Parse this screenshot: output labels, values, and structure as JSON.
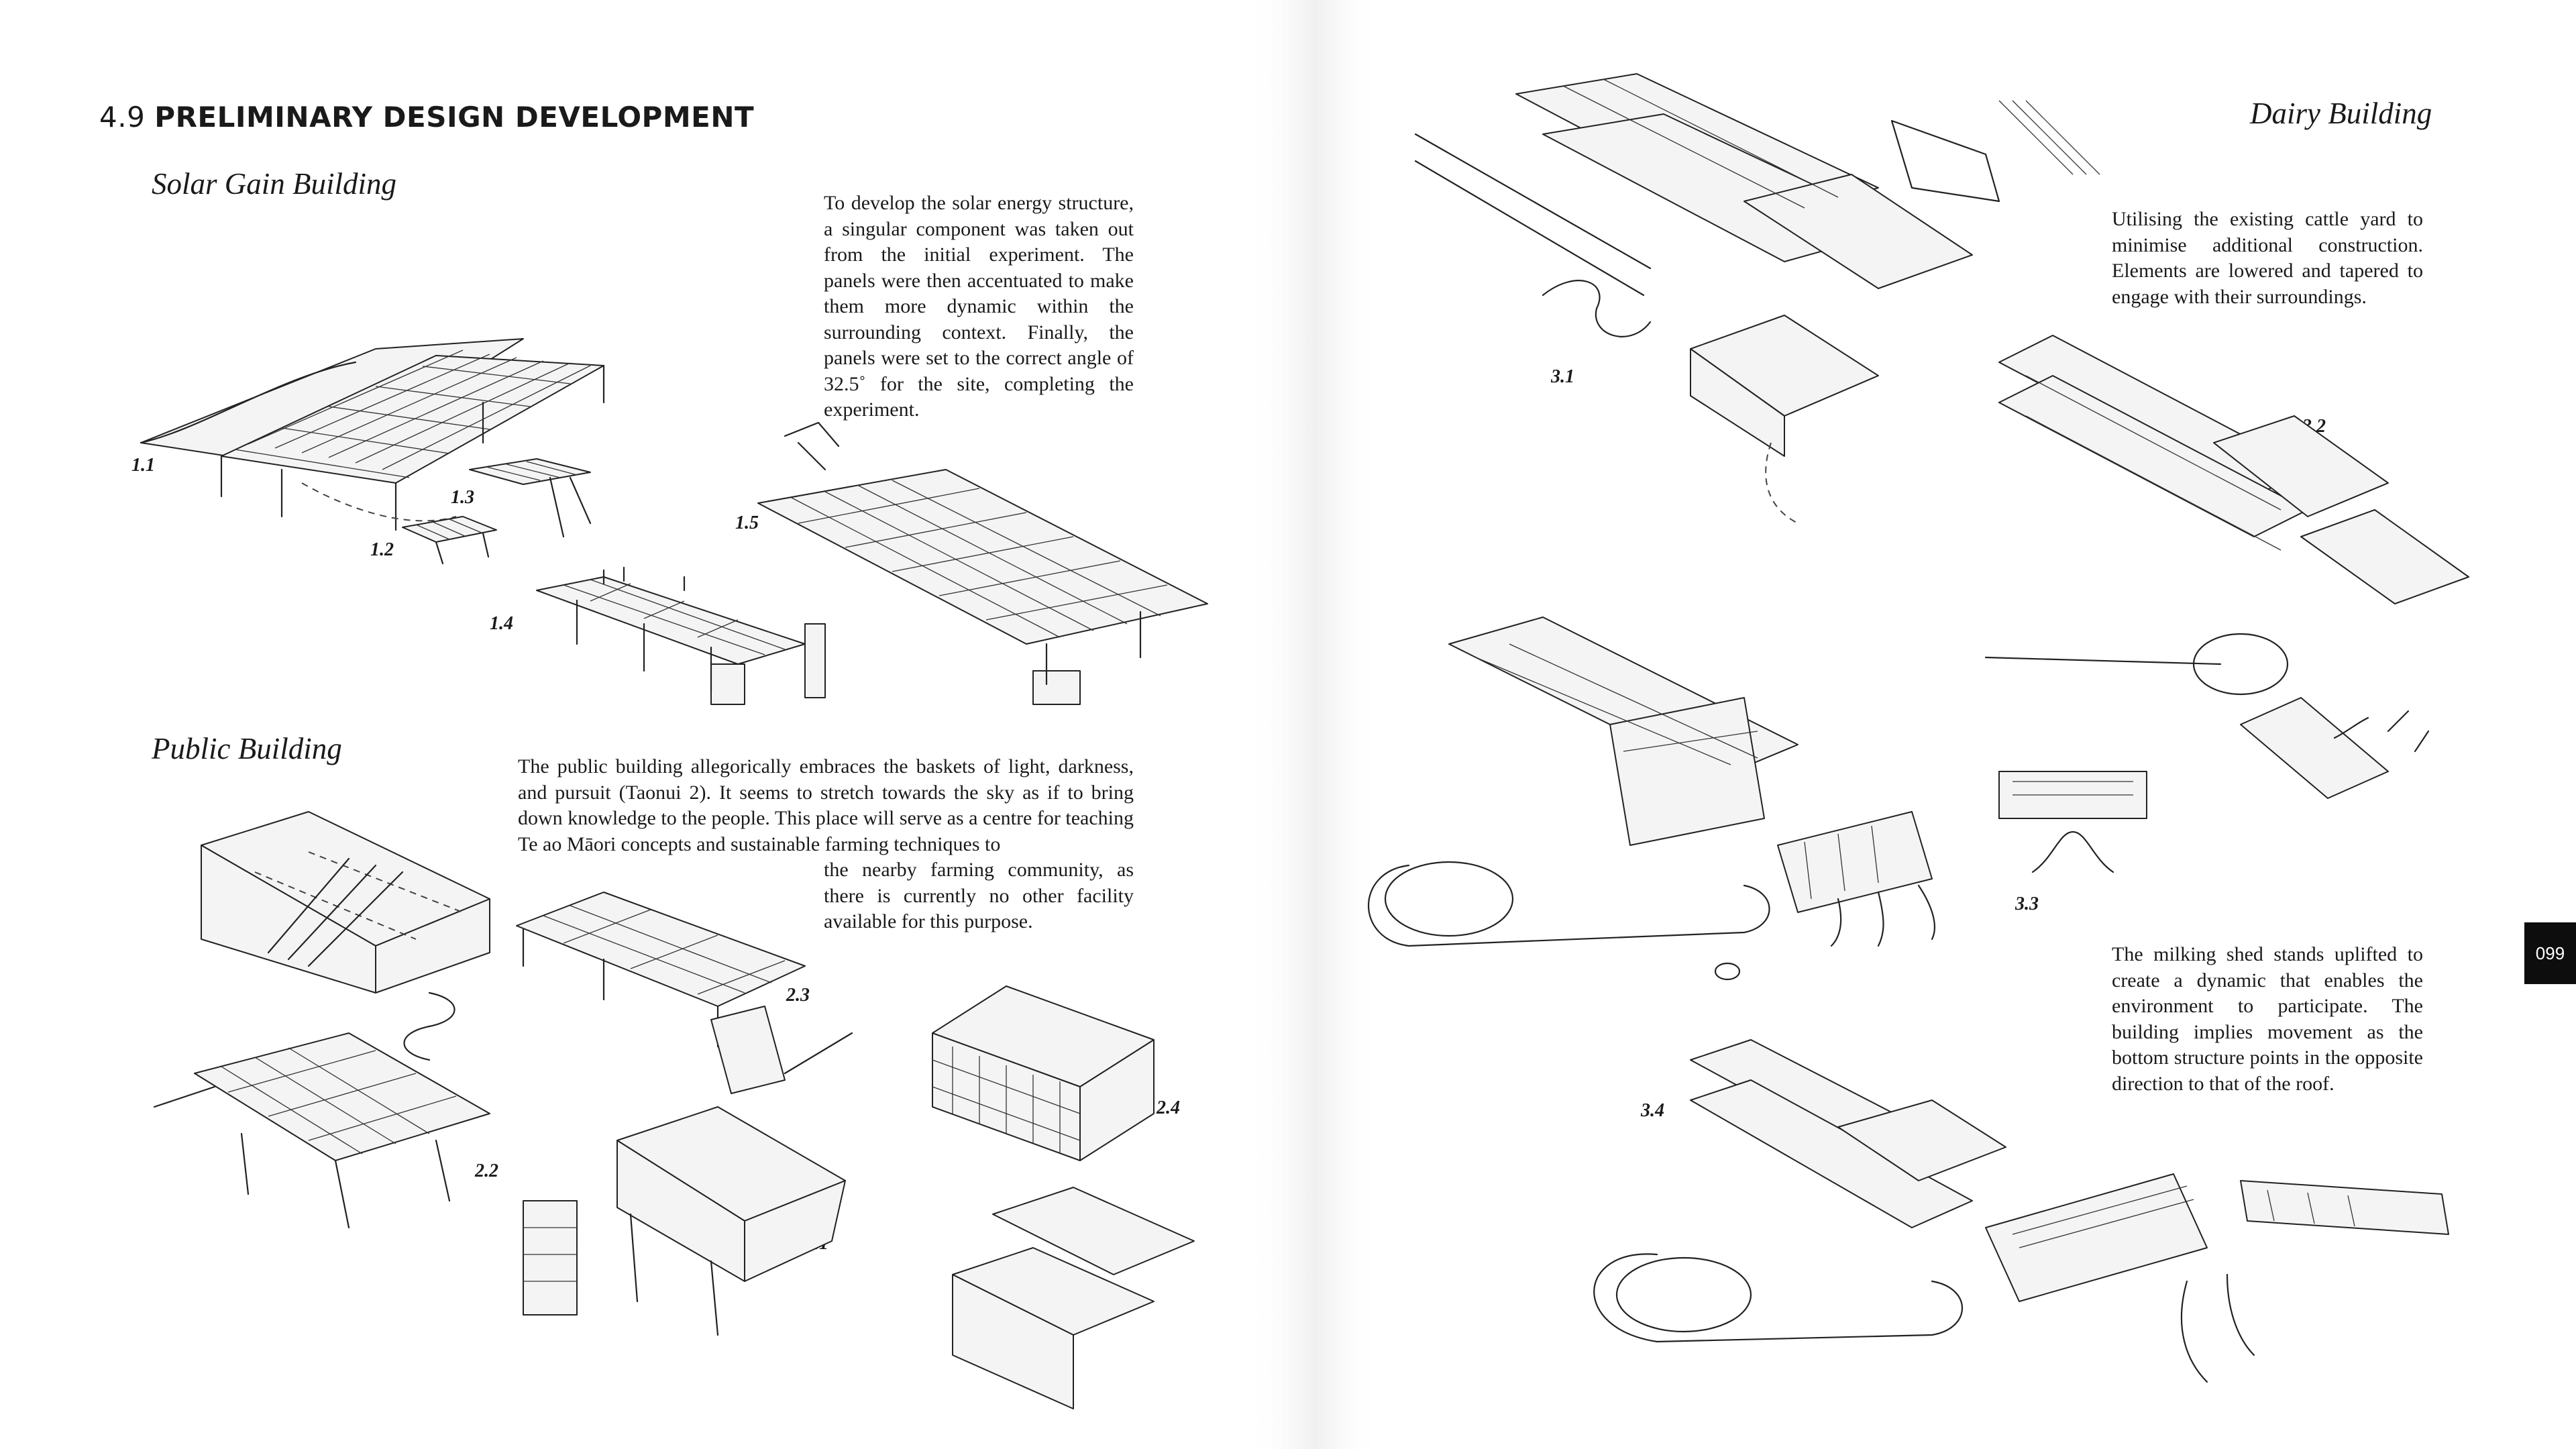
{
  "section": {
    "number": "4.9",
    "title": "PRELIMINARY DESIGN DEVELOPMENT"
  },
  "solar": {
    "heading": "Solar Gain Building",
    "text": "To develop the solar energy structure, a singular component was taken out from the initial experiment. The panels were then accentuated to make them more dynamic within the surrounding context. Finally, the panels were set to the correct angle of 32.5˚ for the site, completing the experiment.",
    "labels": [
      "1.1",
      "1.2",
      "1.3",
      "1.4",
      "1.5"
    ]
  },
  "public": {
    "heading": "Public Building",
    "text_full": "The public building allegorically embraces the baskets of light, darkness, and pursuit (Taonui 2). It seems to stretch towards the sky as if to bring down knowledge to the people. This place will serve as a centre for teaching Te ao Māori concepts and sustainable farming techniques to",
    "text_narrow": "the nearby farming community, as there is currently no other facility available for this purpose.",
    "labels": [
      "2.1",
      "2.2",
      "2.3",
      "2.4"
    ]
  },
  "dairy": {
    "heading": "Dairy Building",
    "text_top": "Utilising the existing cattle yard to minimise additional construction. Elements are lowered and tapered to engage with their surroundings.",
    "text_bottom": "The milking shed stands uplifted to create a dynamic that enables the environment to participate. The building implies movement as the bottom structure points in the opposite direction to that of the roof.",
    "labels": [
      "3.1",
      "3.2",
      "3.3",
      "3.4"
    ]
  },
  "page_number": "099"
}
